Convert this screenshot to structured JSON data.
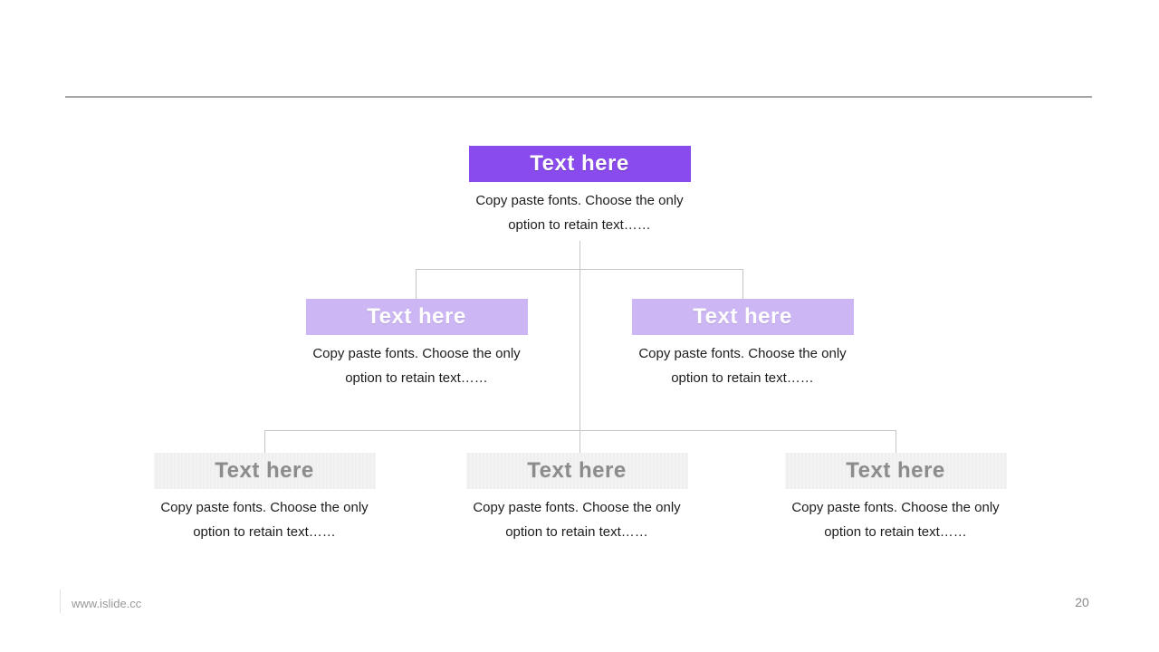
{
  "colors": {
    "accent": "#8a4bee",
    "accent_light": "#cdb6f4",
    "box_gray": "#f1f1f1",
    "title_gray": "#8c8c8c",
    "connector": "#c5c5c5",
    "divider": "#a6a6a6",
    "desc_color": "#1c1c1c",
    "footer_gray": "#999999"
  },
  "tree": {
    "root": {
      "title": "Text here",
      "description": "Copy paste fonts. Choose the only option to retain text……"
    },
    "level2": [
      {
        "title": "Text here",
        "description": "Copy paste fonts. Choose the only option to retain text……"
      },
      {
        "title": "Text here",
        "description": "Copy paste fonts. Choose the only option to retain text……"
      }
    ],
    "level3": [
      {
        "title": "Text here",
        "description": "Copy paste fonts. Choose the only option to retain text……"
      },
      {
        "title": "Text here",
        "description": "Copy paste fonts. Choose the only option to retain text……"
      },
      {
        "title": "Text here",
        "description": "Copy paste fonts. Choose the only option to retain text……"
      }
    ]
  },
  "footer": {
    "site_url": "www.islide.cc",
    "page_number": "20"
  }
}
